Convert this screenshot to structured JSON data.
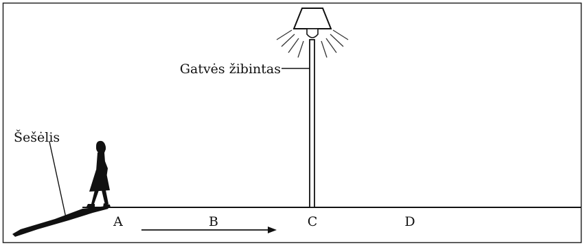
{
  "labels": {
    "lamp": "Gatvės žibintas",
    "shadow": "Šešėlis",
    "point_a": "A",
    "point_b": "B",
    "point_c": "C",
    "point_d": "D"
  },
  "colors": {
    "ink": "#111111",
    "frame": "#222222",
    "background": "#ffffff"
  },
  "icons": {
    "lamp": "street-lamp-icon",
    "person": "walking-woman-silhouette",
    "arrow": "right-arrow"
  }
}
